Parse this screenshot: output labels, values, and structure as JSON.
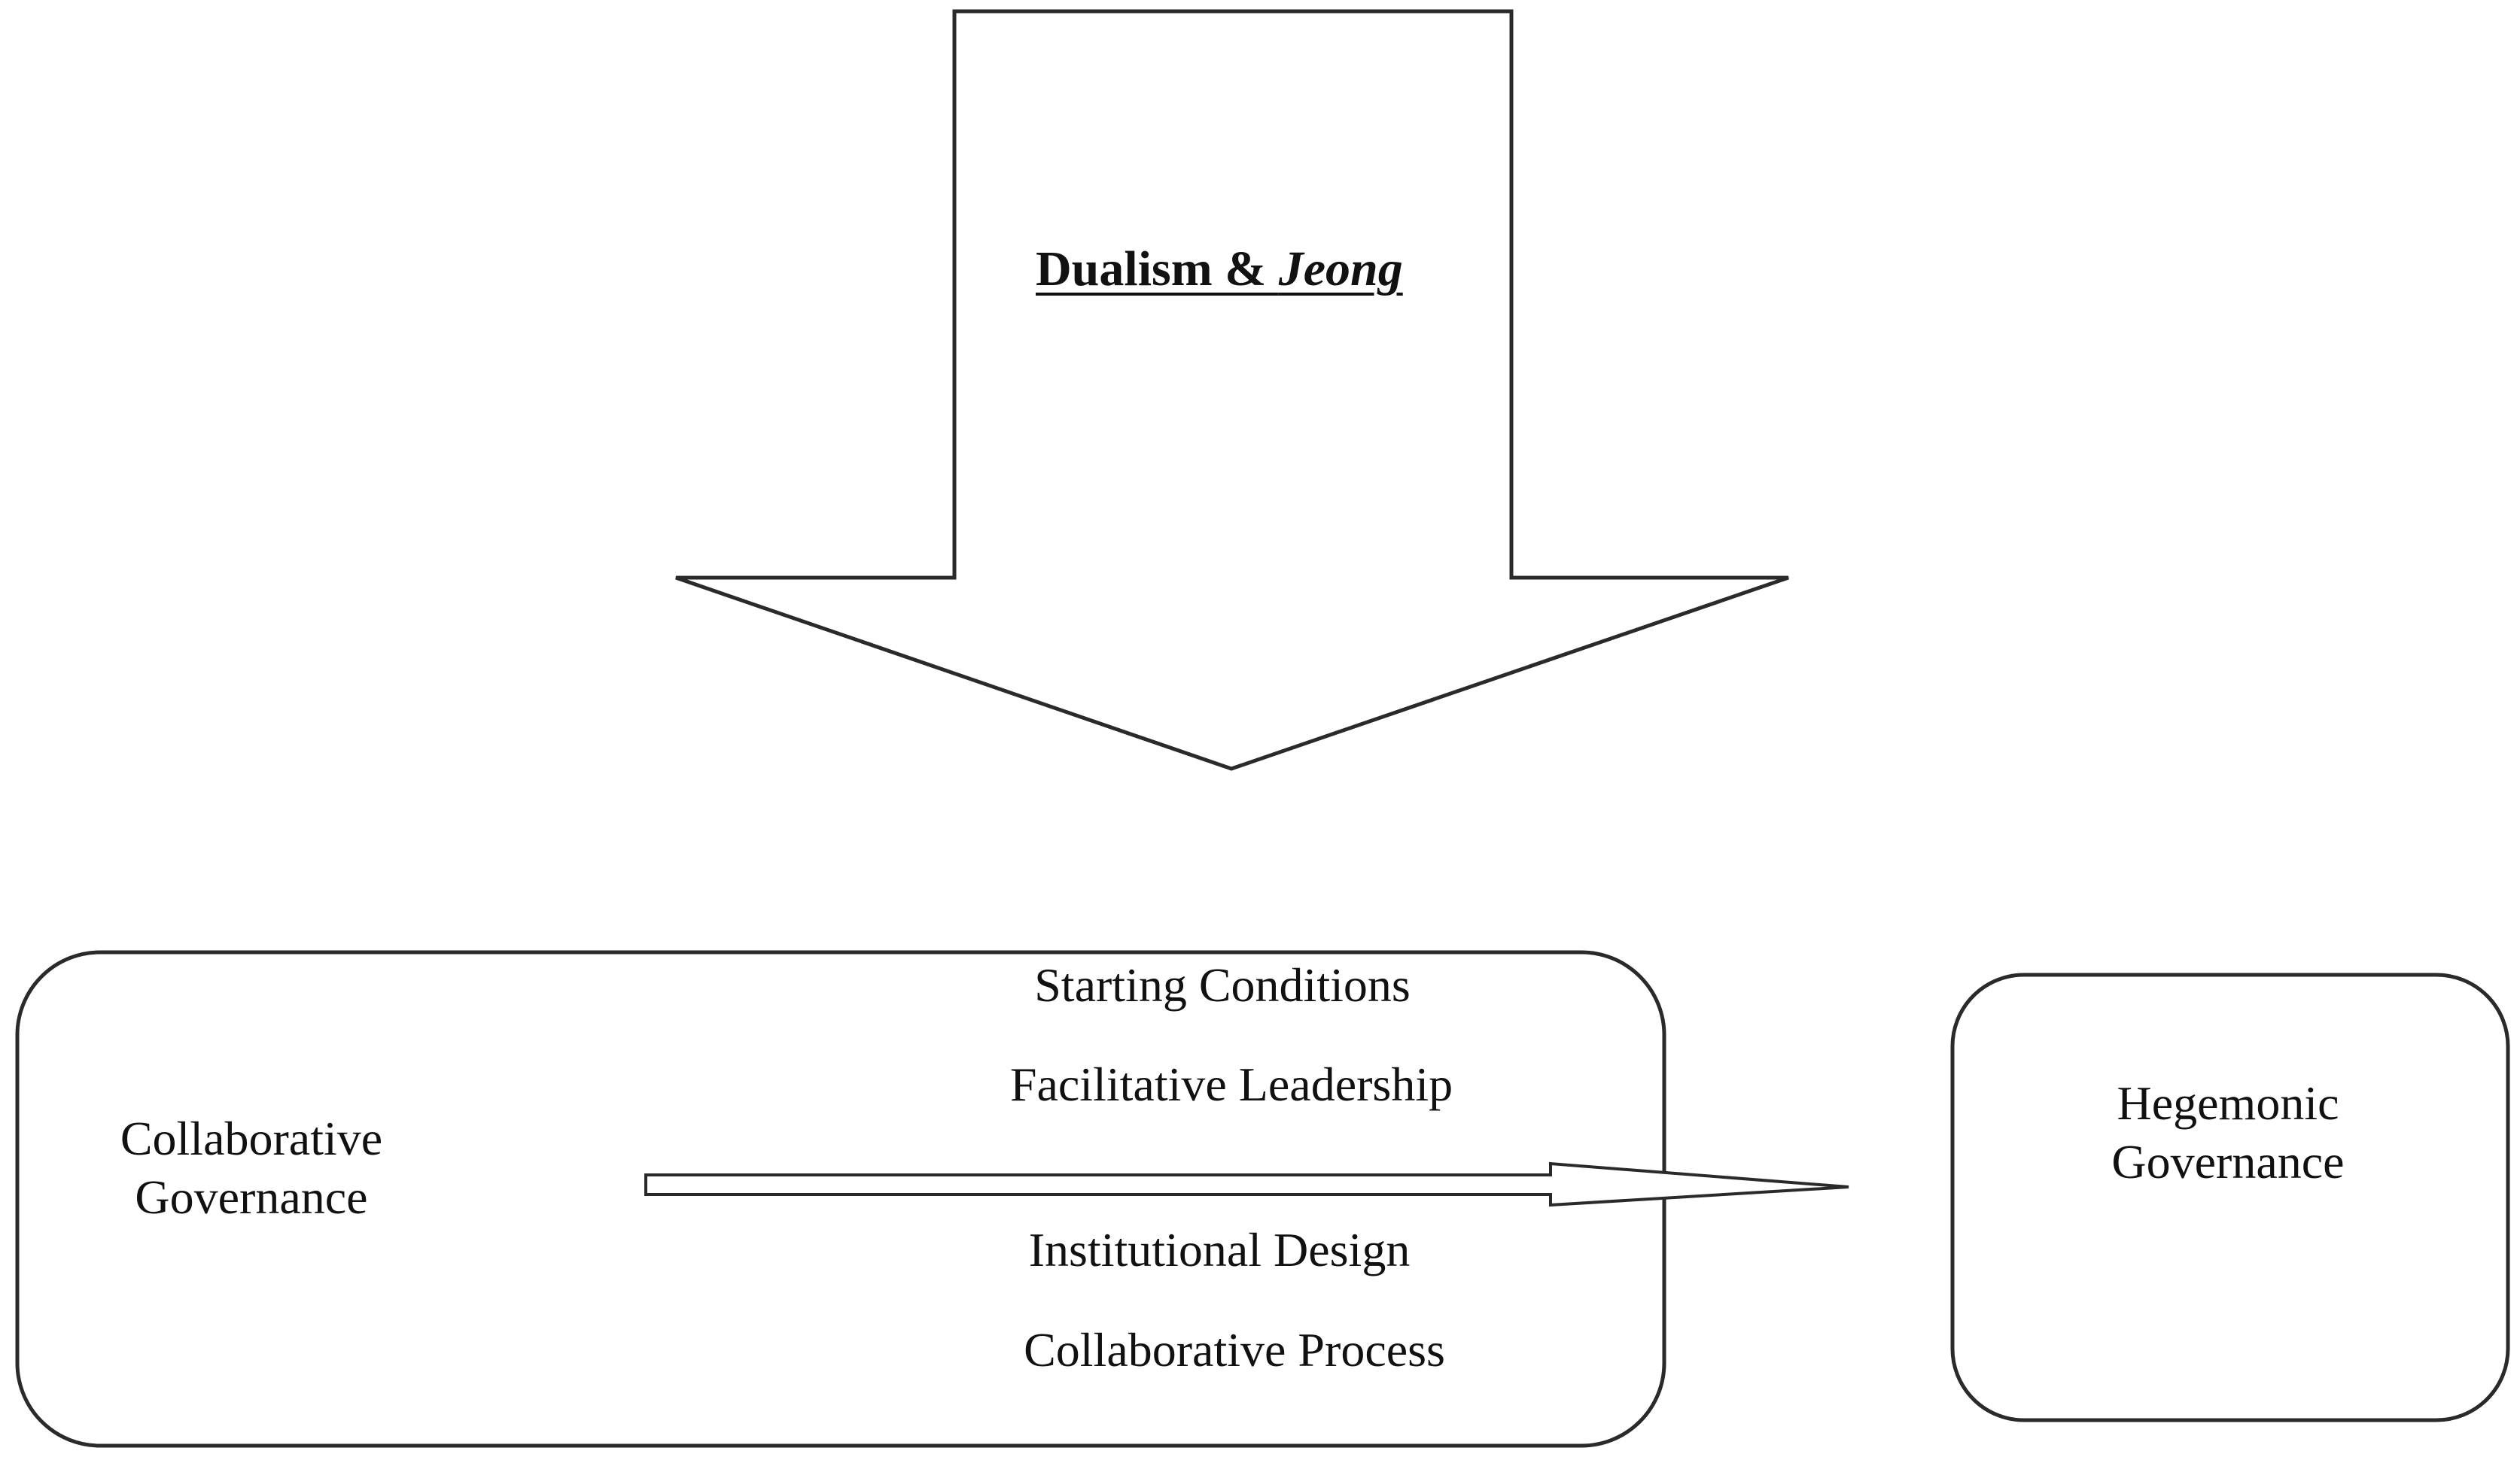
{
  "arrow": {
    "title_plain": "Dualism & ",
    "title_italic": "Jeong"
  },
  "left_box": {
    "label_line1": "Collaborative",
    "label_line2": "Governance",
    "items": [
      "Starting Conditions",
      "Facilitative Leadership",
      "Institutional Design",
      "Collaborative Process"
    ]
  },
  "right_box": {
    "label_line1": "Hegemonic",
    "label_line2": "Governance"
  },
  "colors": {
    "stroke": "#2a2a2a",
    "fill": "#ffffff",
    "text": "#111111"
  }
}
